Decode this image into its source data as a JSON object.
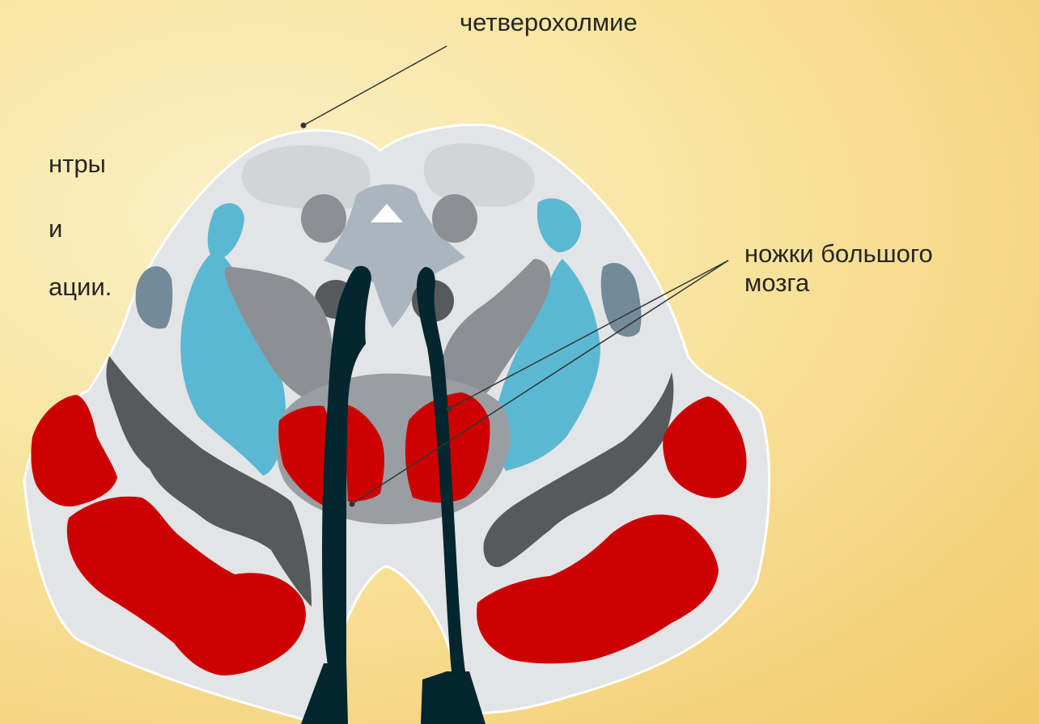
{
  "labels": {
    "quadrigemina": "четверохолмие",
    "peduncles_line1": "ножки большого",
    "peduncles_line2": "мозга"
  },
  "left_text_fragments": [
    "нтры",
    "и",
    "ации."
  ],
  "colors": {
    "background": "#f8e39c",
    "section_fill": "#e3e4e6",
    "light_gray": "#d0d2d5",
    "blue": "#5bb8d2",
    "slate": "#738a99",
    "mid_gray": "#8c9094",
    "dark_gray": "#58595b",
    "red": "#cc0000",
    "dark_navy": "#04262f",
    "aqueduct": "#a9b6c0"
  }
}
